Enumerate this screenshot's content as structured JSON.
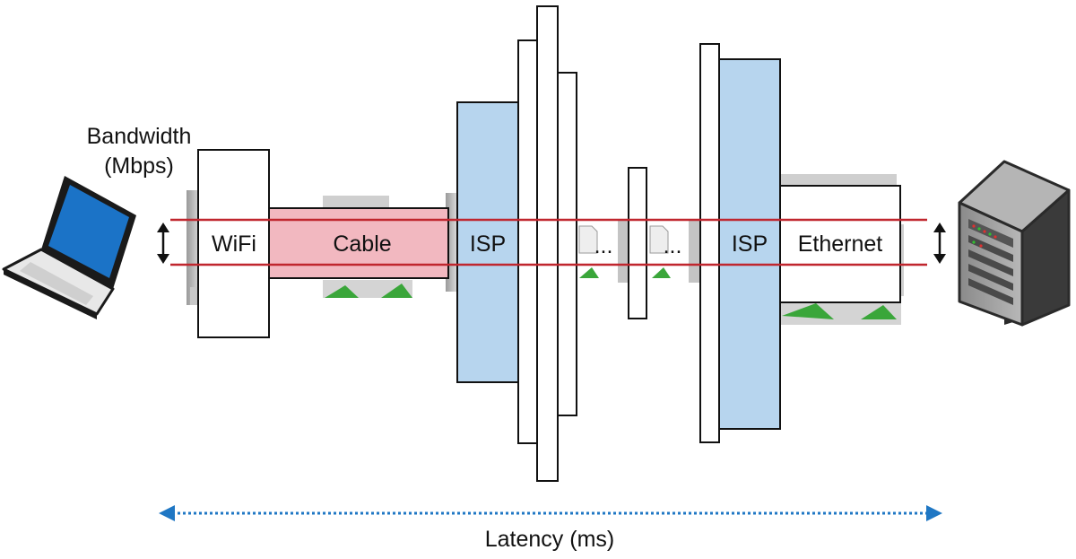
{
  "labels": {
    "bandwidth_line1": "Bandwidth",
    "bandwidth_line2": "(Mbps)",
    "wifi": "WiFi",
    "cable": "Cable",
    "isp_left": "ISP",
    "ellipsis_left": "...",
    "ellipsis_right": "...",
    "isp_right": "ISP",
    "ethernet": "Ethernet",
    "latency": "Latency (ms)"
  },
  "icons": {
    "client": "laptop-icon",
    "server": "server-icon",
    "broken_image": "broken-image-icon"
  },
  "colors": {
    "cable_fill": "#f2b8c0",
    "isp_fill": "#b7d5ee",
    "pipe_line": "#c0262e",
    "latency_arrow": "#1f77c4",
    "laptop_screen": "#1b73c7",
    "outline": "#111111"
  }
}
